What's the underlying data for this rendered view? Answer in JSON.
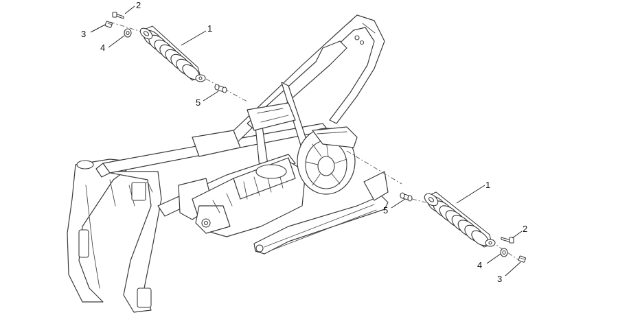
{
  "callouts": {
    "top_shock": "1",
    "top_bolt": "2",
    "top_nut": "3",
    "top_washer": "4",
    "top_pin": "5",
    "bottom_shock": "1",
    "bottom_bolt": "2",
    "bottom_nut": "3",
    "bottom_washer": "4",
    "bottom_pin": "5"
  },
  "colors": {
    "line": "#3a3a3a",
    "background": "#ffffff"
  }
}
